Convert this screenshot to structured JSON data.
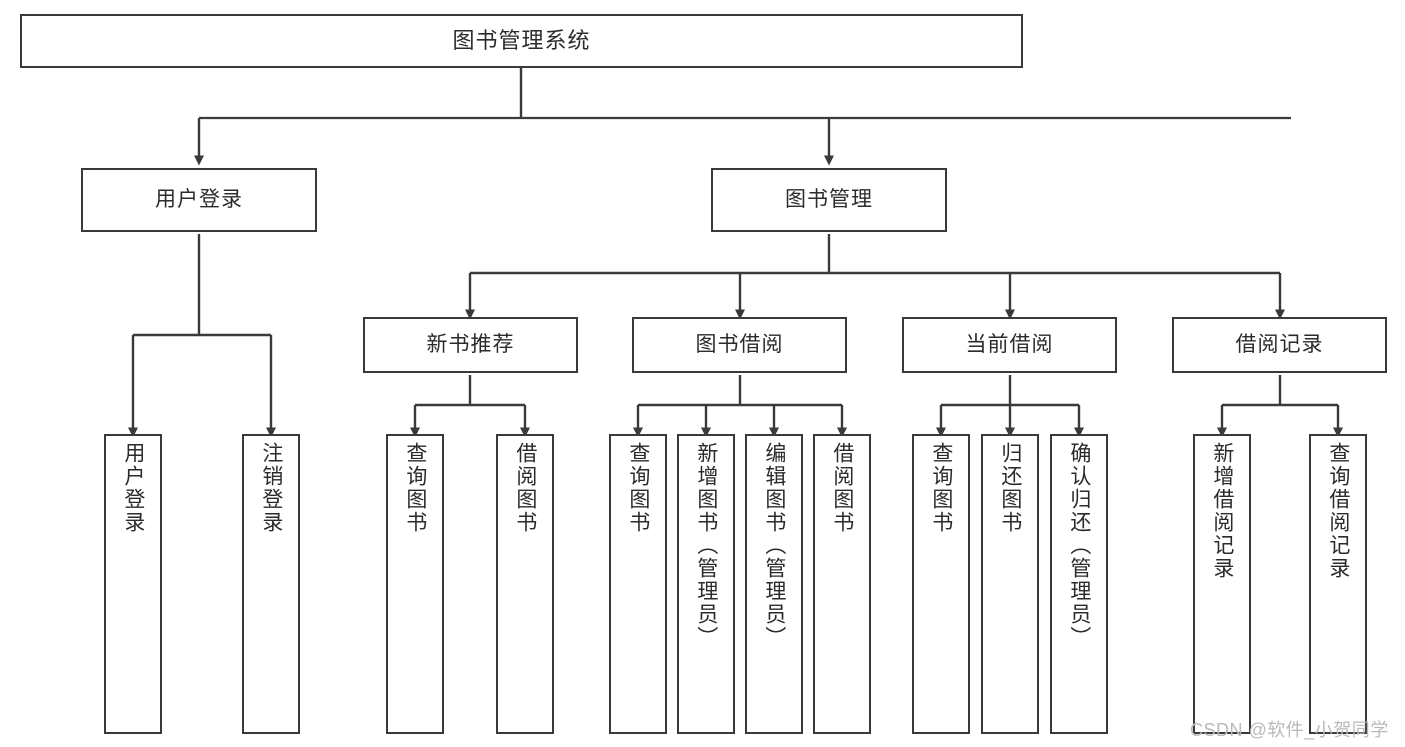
{
  "diagram": {
    "title": "图书管理系统",
    "type": "tree-hierarchy-chart",
    "colors": {
      "box_border": "#3a3a3a",
      "box_fill": "#ffffff",
      "connector": "#3a3a3a",
      "text": "#2b2b2b",
      "watermark": "#b9b9b9",
      "background": "#ffffff"
    },
    "root": {
      "label": "图书管理系统"
    },
    "level2": [
      {
        "label": "用户登录"
      },
      {
        "label": "图书管理"
      }
    ],
    "level3": [
      {
        "label": "新书推荐"
      },
      {
        "label": "图书借阅"
      },
      {
        "label": "当前借阅"
      },
      {
        "label": "借阅记录"
      }
    ],
    "leaves": {
      "user_login": [
        {
          "label": "用户登录"
        },
        {
          "label": "注销登录"
        }
      ],
      "new_book_recommend": [
        {
          "label": "查询图书"
        },
        {
          "label": "借阅图书"
        }
      ],
      "book_borrow": [
        {
          "label": "查询图书"
        },
        {
          "label": "新增图书（管理员）"
        },
        {
          "label": "编辑图书（管理员）"
        },
        {
          "label": "借阅图书"
        }
      ],
      "current_borrow": [
        {
          "label": "查询图书"
        },
        {
          "label": "归还图书"
        },
        {
          "label": "确认归还（管理员）"
        }
      ],
      "borrow_record": [
        {
          "label": "新增借阅记录"
        },
        {
          "label": "查询借阅记录"
        }
      ]
    }
  },
  "watermark": {
    "text": "CSDN @软件_小贺同学"
  }
}
